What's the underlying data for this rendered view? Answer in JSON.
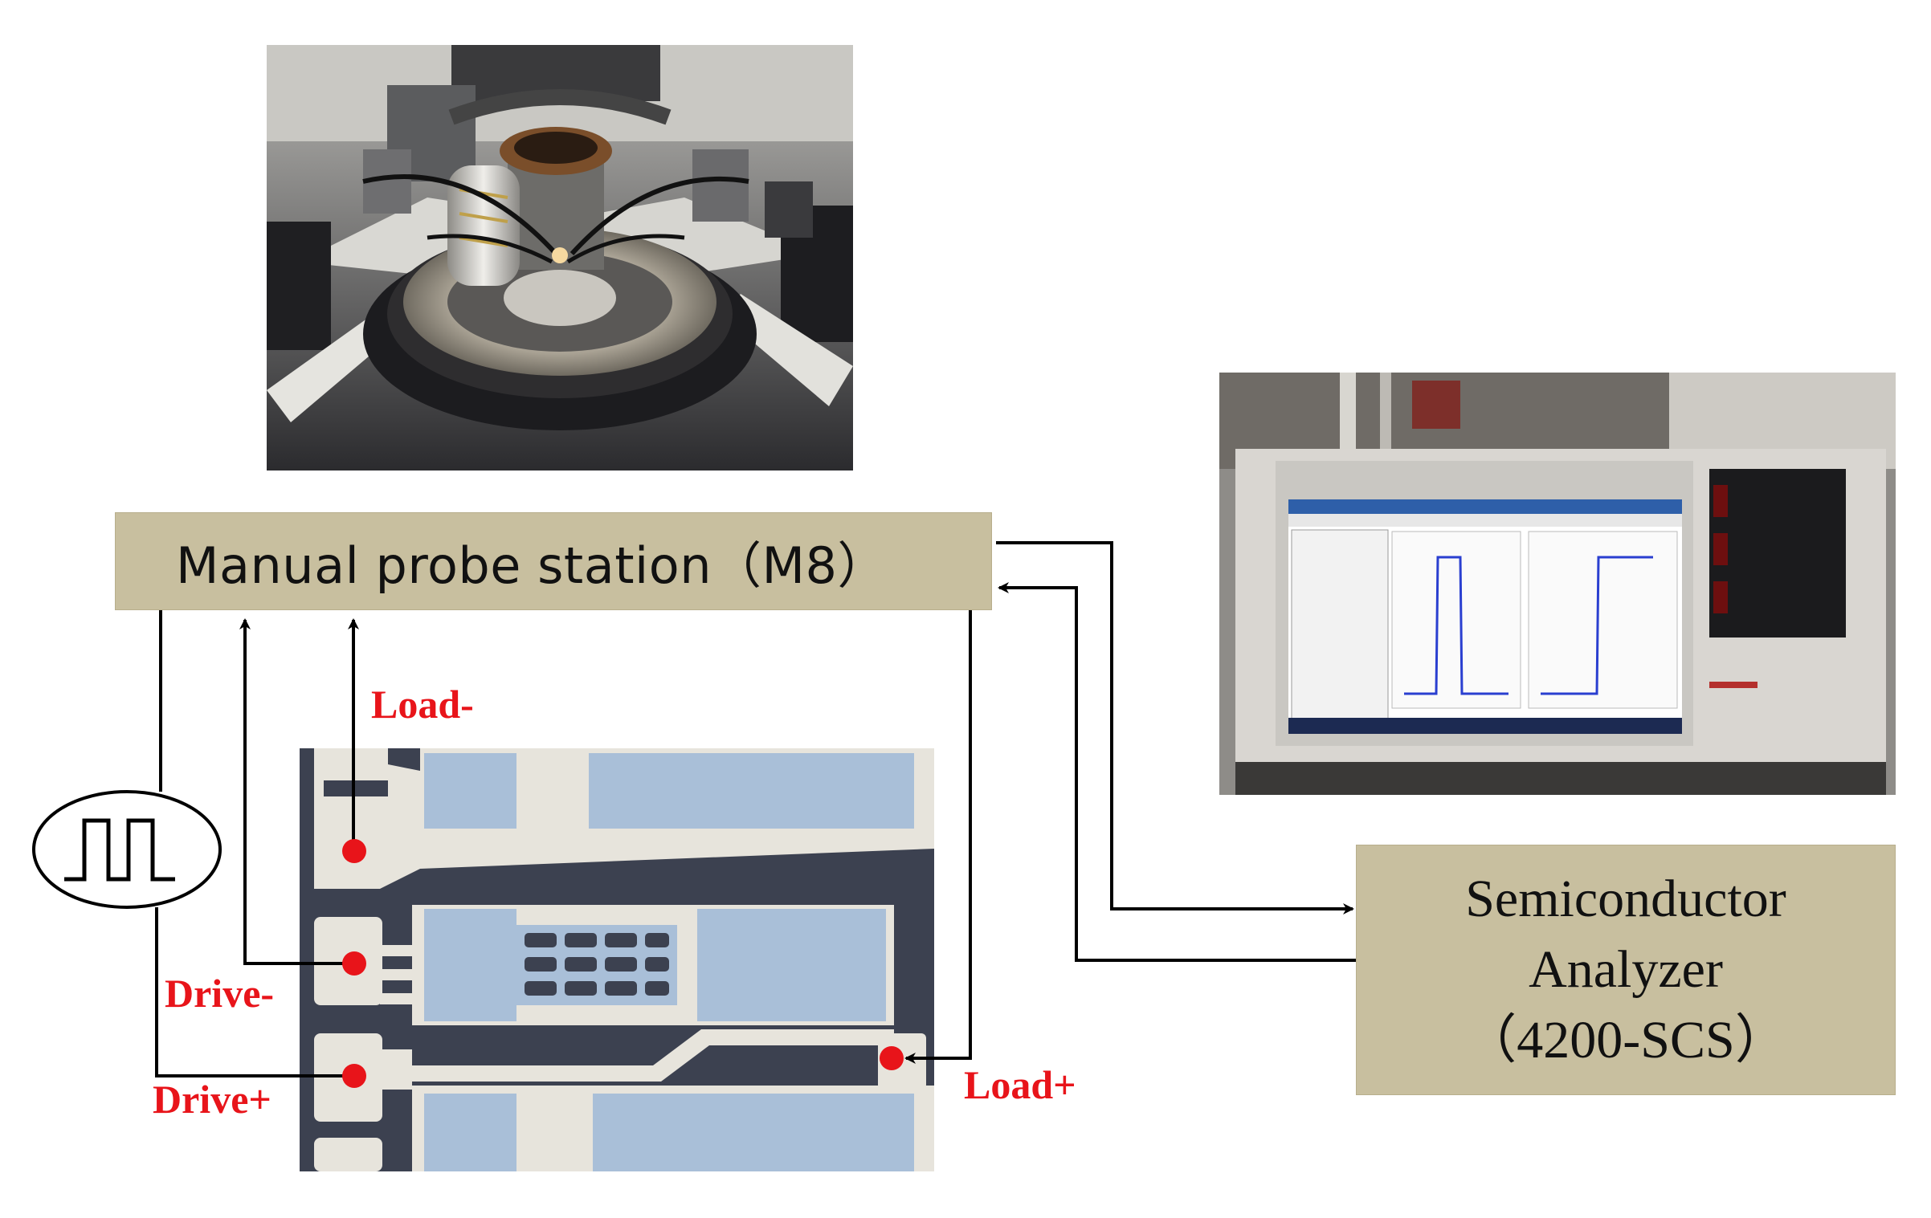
{
  "probe_station": {
    "label": "Manual probe station（M8）"
  },
  "analyzer": {
    "line1": "Semiconductor",
    "line2": "Analyzer",
    "line3": "（4200-SCS）"
  },
  "pins": {
    "load_minus": "Load-",
    "drive_minus": "Drive-",
    "drive_plus": "Drive+",
    "load_plus": "Load+"
  },
  "colors": {
    "box_fill": "#c8bf9f",
    "label_red": "#e8141a",
    "pad_blue": "#a9bfd8",
    "chip_bg": "#3c4150",
    "metal_line": "#e7e4dc",
    "wire": "#000000"
  },
  "icons": [
    "pulse-generator-icon",
    "probe-station-photo",
    "analyzer-photo",
    "test-chip-layout"
  ]
}
